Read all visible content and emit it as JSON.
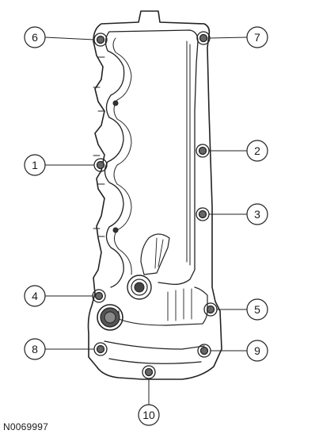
{
  "figure_id": "N0069997",
  "callouts": [
    {
      "id": "6",
      "label": "6"
    },
    {
      "id": "7",
      "label": "7"
    },
    {
      "id": "1",
      "label": "1"
    },
    {
      "id": "2",
      "label": "2"
    },
    {
      "id": "3",
      "label": "3"
    },
    {
      "id": "4",
      "label": "4"
    },
    {
      "id": "5",
      "label": "5"
    },
    {
      "id": "8",
      "label": "8"
    },
    {
      "id": "9",
      "label": "9"
    },
    {
      "id": "10",
      "label": "10"
    }
  ]
}
